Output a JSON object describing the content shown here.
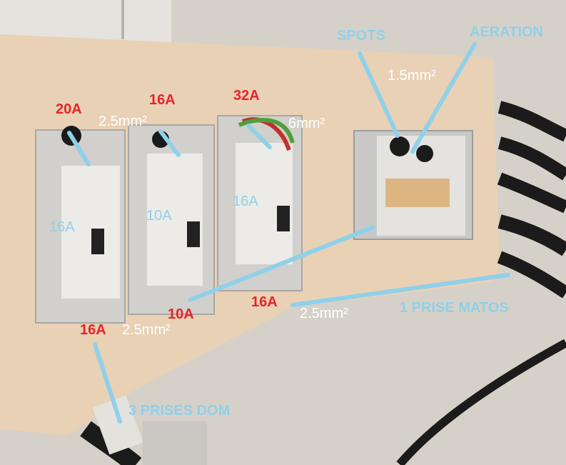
{
  "labels": {
    "breaker_left_rating": "20A",
    "breaker_mid_rating": "16A",
    "breaker_right_rating": "32A",
    "wire_mid_top": "2.5mm²",
    "wire_right_top": "6mm²",
    "breaker_left_inner": "16A",
    "breaker_mid_inner": "10A",
    "breaker_right_inner": "16A",
    "spots": "SPOTS",
    "aeration": "AERATION",
    "wire_box": "1.5mm²",
    "bottom_left_rating": "16A",
    "bottom_left_wire": "2.5mm²",
    "bottom_mid_rating": "10A",
    "bottom_right_rating": "16A",
    "bottom_right_wire": "2.5mm²",
    "prise_matos": "1 PRISE MATOS",
    "prises_dom": "3 PRISES DOM"
  },
  "colors": {
    "label_red": "#e8242a",
    "label_blue": "#8fd0ea",
    "label_white": "#ffffff",
    "board": "#ead2b9"
  }
}
